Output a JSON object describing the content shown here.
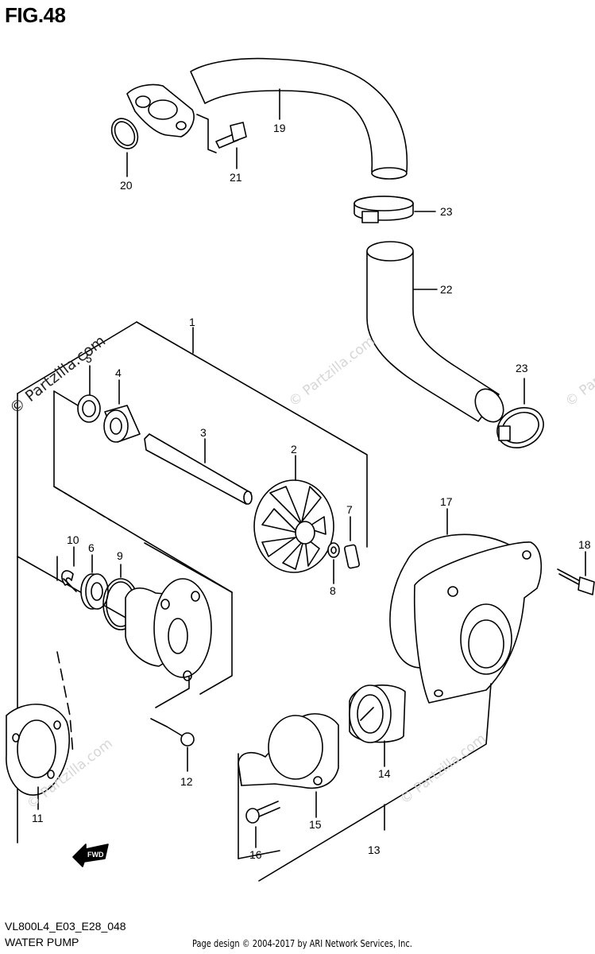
{
  "figure": {
    "title": "FIG.48",
    "model_code": "VL800L4_E03_E28_048",
    "name": "WATER PUMP",
    "credit": "Page design © 2004-2017 by ARI Network Services, Inc.",
    "watermark": "© Partzilla.com"
  },
  "fwd_marker": "FWD",
  "callouts": [
    "1",
    "2",
    "3",
    "4",
    "5",
    "6",
    "7",
    "8",
    "9",
    "10",
    "11",
    "12",
    "13",
    "14",
    "15",
    "16",
    "17",
    "18",
    "19",
    "20",
    "21",
    "22",
    "23",
    "23"
  ]
}
